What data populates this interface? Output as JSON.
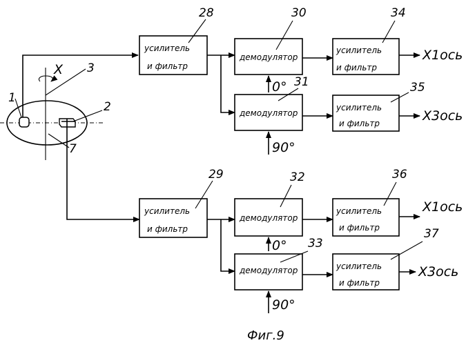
{
  "figure": {
    "caption": "Фиг.9",
    "blocks": {
      "b28": {
        "number": "28",
        "line1": "усилитель",
        "line2": "и фильтр"
      },
      "b29": {
        "number": "29",
        "line1": "усилитель",
        "line2": "и фильтр"
      },
      "b30": {
        "number": "30",
        "line1": "демодулятор"
      },
      "b31": {
        "number": "31",
        "line1": "демодулятор"
      },
      "b32": {
        "number": "32",
        "line1": "демодулятор"
      },
      "b33": {
        "number": "33",
        "line1": "демодулятор"
      },
      "b34": {
        "number": "34",
        "line1": "усилитель",
        "line2": "и фильтр"
      },
      "b35": {
        "number": "35",
        "line1": "усилитель",
        "line2": "и фильтр"
      },
      "b36": {
        "number": "36",
        "line1": "усилитель",
        "line2": "и фильтр"
      },
      "b37": {
        "number": "37",
        "line1": "усилитель",
        "line2": "и фильтр"
      }
    },
    "phases": {
      "p30": "0°",
      "p31": "90°",
      "p32": "0°",
      "p33": "90°"
    },
    "outputs": {
      "o34": "X1ось",
      "o35": "X3ось",
      "o36": "X1ось",
      "o37": "X3ось"
    },
    "sensor": {
      "label_1": "1",
      "label_2": "2",
      "label_3": "3",
      "label_7": "7",
      "axis_x": "X"
    }
  }
}
